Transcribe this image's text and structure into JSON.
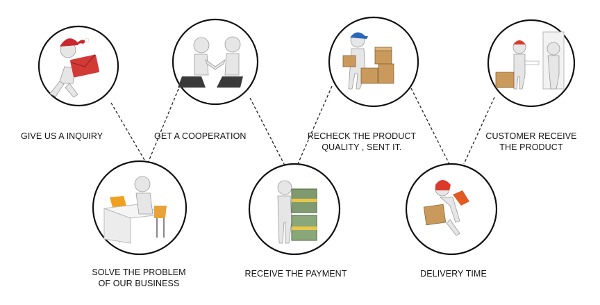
{
  "steps": [
    {
      "label": "GIVE US A INQUIRY",
      "icon": "envelope-santa-icon"
    },
    {
      "label": "GET A COOPERATION",
      "icon": "handshake-icon"
    },
    {
      "label": "RECHECK THE PRODUCT\nQUALITY , SENT IT.",
      "icon": "boxes-stack-icon"
    },
    {
      "label": "CUSTOMER RECEIVE\nTHE PRODUCT",
      "icon": "door-delivery-icon"
    },
    {
      "label": "SOLVE THE PROBLEM\nOF OUR BUSINESS",
      "icon": "desk-laptop-icon"
    },
    {
      "label": "RECEIVE THE PAYMENT",
      "icon": "money-stack-icon"
    },
    {
      "label": "DELIVERY TIME",
      "icon": "courier-box-icon"
    }
  ],
  "colors": {
    "santa_hat": "#c8272e",
    "envelope": "#d23a36",
    "cap_blue": "#2a67b8",
    "cap_red": "#d93a2b",
    "laptop": "#f0a020",
    "chair": "#e8a23a",
    "cardboard": "#c99a5c",
    "money": "#7f9a6e",
    "band": "#e9c64a"
  }
}
